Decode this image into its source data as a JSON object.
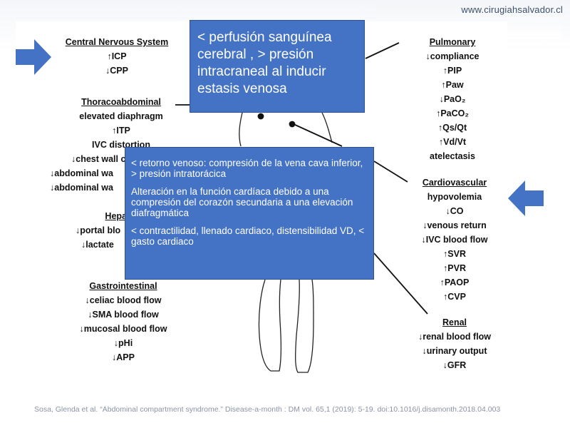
{
  "site": "www.cirugiahsalvador.cl",
  "colors": {
    "accent_blue": "#4472c4",
    "text": "#111111"
  },
  "groups": {
    "cns": {
      "title": "Central Nervous System",
      "items": [
        "↑ICP",
        "↓CPP"
      ]
    },
    "thoraco": {
      "title": "Thoracoabdominal",
      "items": [
        "elevated diaphragm",
        "↑ITP",
        "IVC distortion",
        "↓chest wall co",
        "↓abdominal wa",
        "↓abdominal wa"
      ]
    },
    "hepatic": {
      "title": "Hepa",
      "items": [
        "↓portal blo",
        "↓lactate"
      ]
    },
    "gi": {
      "title": "Gastrointestinal",
      "items": [
        "↓celiac blood flow",
        "↓SMA blood flow",
        "↓mucosal blood flow",
        "↓pHi",
        "↓APP"
      ]
    },
    "pulmonary": {
      "title": "Pulmonary",
      "items": [
        "↓compliance",
        "↑PIP",
        "↑Paw",
        "↓PaO₂",
        "↑PaCO₂",
        "↑Qs/Qt",
        "↑Vd/Vt",
        "atelectasis"
      ]
    },
    "cardio": {
      "title": "Cardiovascular",
      "items": [
        "hypovolemia",
        "↓CO",
        "↓venous return",
        "↓IVC blood flow",
        "↑SVR",
        "↑PVR",
        "↑PAOP",
        "↑CVP"
      ]
    },
    "renal": {
      "title": "Renal",
      "items": [
        "↓renal blood flow",
        "↓urinary output",
        "↓GFR"
      ]
    }
  },
  "callouts": {
    "cns": "< perfusión sanguínea cerebral , > presión intracraneal al inducir estasis venosa",
    "cv": [
      "< retorno venoso: compresión de la vena cava inferior, > presión intratorácica",
      "Alteración en la función cardíaca debido a una compresión del corazón secundaria a una elevación diafragmática",
      "< contractilidad, llenado cardiaco, distensibilidad VD, < gasto cardiaco"
    ]
  },
  "citation": "Sosa, Glenda et al. “Abdominal compartment syndrome.” Disease-a-month : DM vol. 65,1 (2019): 5-19. doi:10.1016/j.disamonth.2018.04.003"
}
